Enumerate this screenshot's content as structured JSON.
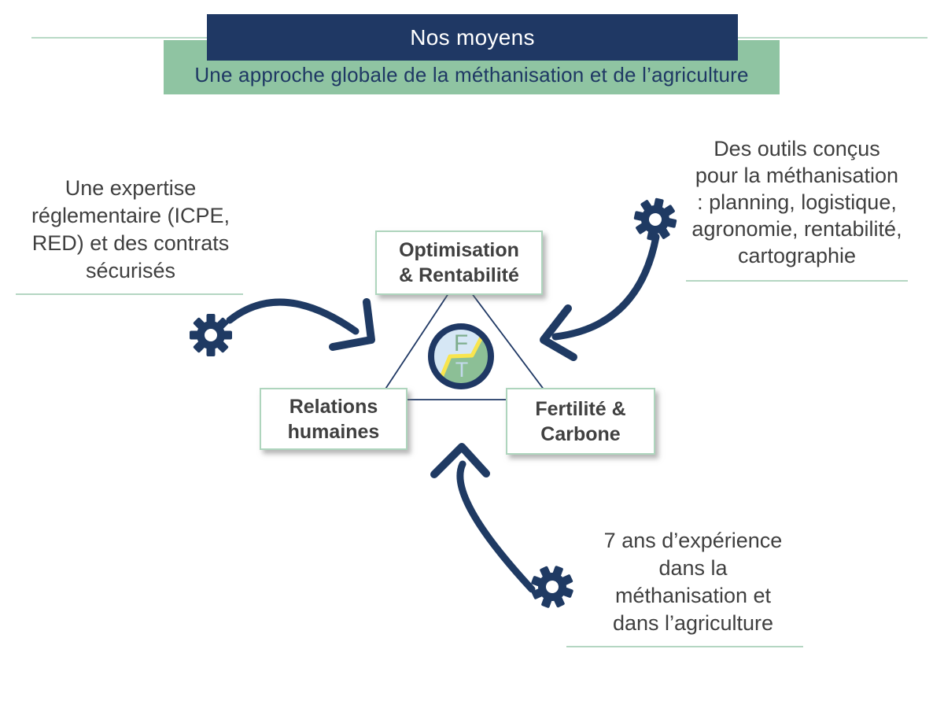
{
  "header": {
    "title": "Nos moyens",
    "subtitle": "Une approche globale de la méthanisation et de l’agriculture"
  },
  "callouts": {
    "left": {
      "text": "Une expertise\nréglementaire (ICPE,\nRED) et des contrats\nsécurisés"
    },
    "right": {
      "text": "Des outils conçus\npour la méthanisation\n: planning, logistique,\nagronomie, rentabilité,\ncartographie"
    },
    "bottom": {
      "text": "7 ans d’expérience\ndans la\nméthanisation et\ndans l’agriculture"
    }
  },
  "triangle": {
    "top_box": "Optimisation\n& Rentabilité",
    "left_box": "Relations\nhumaines",
    "right_box": "Fertilité &\nCarbone"
  },
  "logo": {
    "letter_top": "F",
    "letter_bottom": "T"
  },
  "colors": {
    "navy": "#1f3864",
    "banner_green": "#8fc4a2",
    "box_border_green": "#aed5bd",
    "underline_green": "#b4d6c2",
    "text_gray": "#3f3f3f",
    "logo_blue": "#d6e7f5",
    "logo_green": "#8cbf96",
    "logo_yellow": "#f9e54e",
    "logo_letter_green": "#7fae8e",
    "logo_letter_blue": "#c3d9ec"
  }
}
